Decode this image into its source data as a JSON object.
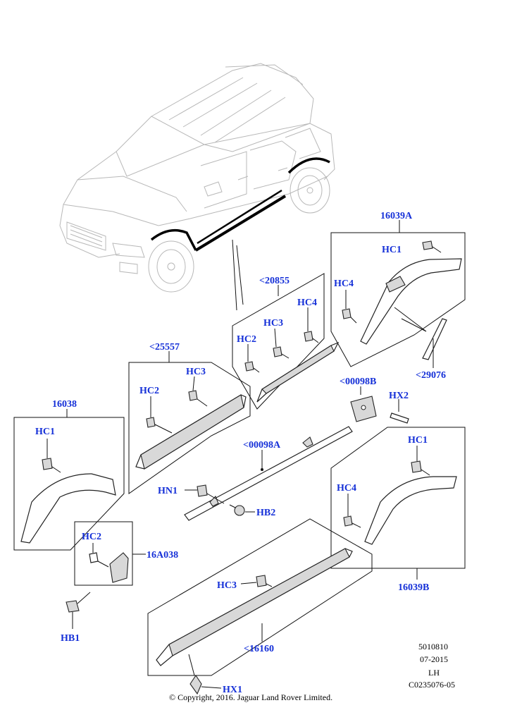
{
  "labels": {
    "p16039A": "16039A",
    "p29076": "<29076",
    "p20855": "<20855",
    "p25557": "<25557",
    "p00098B": "<00098B",
    "p00098A": "<00098A",
    "p16038": "16038",
    "p16A038": "16A038",
    "p16039B": "16039B",
    "p16160": "<16160",
    "hc1_a": "HC1",
    "hc4_a": "HC4",
    "hc4_b": "HC4",
    "hc3_a": "HC3",
    "hc2_a": "HC2",
    "hc3_b": "HC3",
    "hc2_b": "HC2",
    "hx2": "HX2",
    "hc1_b": "HC1",
    "hn1": "HN1",
    "hb2": "HB2",
    "hc1_c": "HC1",
    "hc4_c": "HC4",
    "hc2_c": "HC2",
    "hc3_c": "HC3",
    "hb1": "HB1",
    "hx1": "HX1"
  },
  "meta": {
    "ref": "5010810",
    "date": "07-2015",
    "side": "LH",
    "code": "C0235076-05"
  },
  "copyright": "© Copyright, 2016. Jaguar Land Rover Limited."
}
